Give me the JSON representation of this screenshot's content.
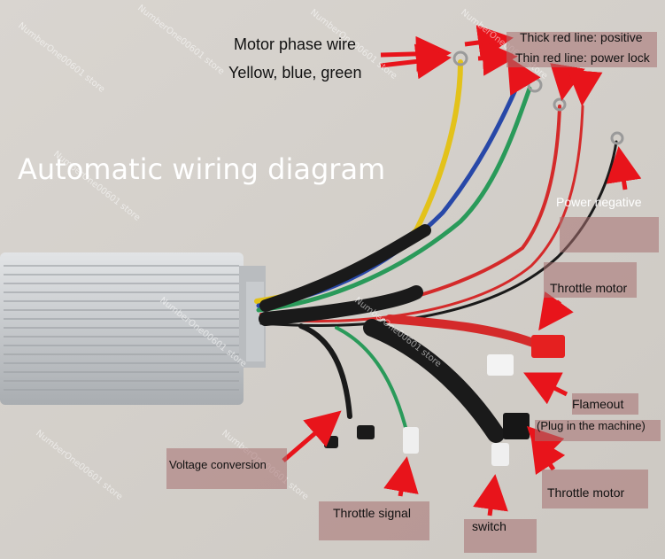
{
  "title": "Automatic wiring diagram",
  "watermark": "NumberOne00601 store",
  "labels": {
    "motor_phase_wire": "Motor phase wire",
    "motor_phase_colors": "Yellow, blue, green",
    "thick_red": "Thick red line: positive",
    "thin_red": "Thin red line: power lock",
    "power_negative": "Power negative",
    "throttle_motor_top": "Throttle motor",
    "flameout": "Flameout",
    "plug_in": "(Plug in the machine)",
    "throttle_motor_bottom": "Throttle motor",
    "voltage_conversion": "Voltage conversion",
    "throttle_signal": "Throttle signal",
    "switch": "switch"
  },
  "colors": {
    "arrow": "#e8141b",
    "wire_red": "#d42a2a",
    "wire_yellow": "#e3c21a",
    "wire_blue": "#2848a8",
    "wire_green": "#2a9a5a",
    "wire_black": "#1a1a1a",
    "controller": "#c9cbcd"
  }
}
